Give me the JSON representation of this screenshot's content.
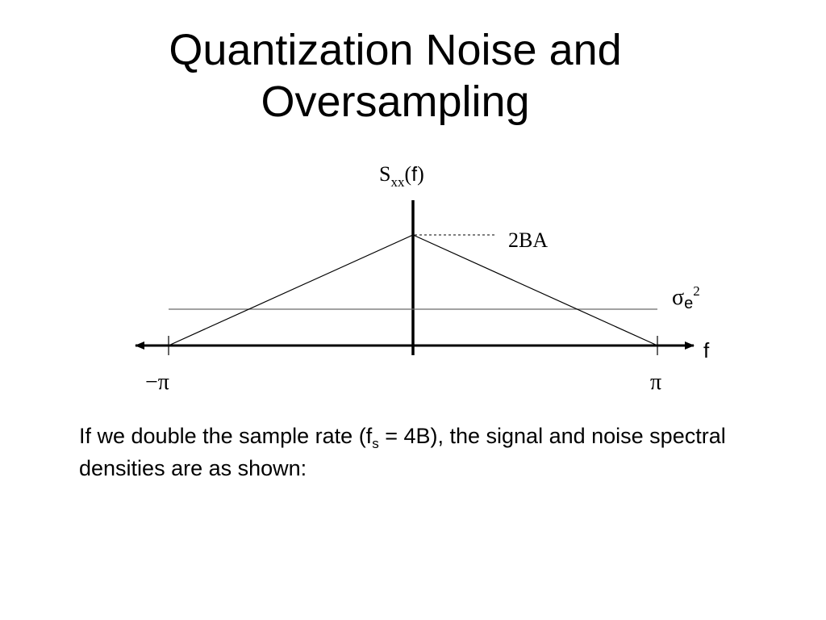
{
  "slide": {
    "title_line1": "Quantization Noise and",
    "title_line2": "Oversampling"
  },
  "diagram": {
    "y_axis_label": {
      "base": "S",
      "subscript": "xx",
      "arg_open": "(",
      "arg": "f",
      "arg_close": ")"
    },
    "peak_label": "2BA",
    "noise_label": {
      "base": "σ",
      "subscript": "e",
      "superscript": "2"
    },
    "x_axis_label": "f",
    "left_tick_label": "−π",
    "right_tick_label": "π"
  },
  "body": {
    "text_before_sub": "If we double the sample rate (f",
    "subscript": "s",
    "text_after_sub": " = 4B), the signal and noise spectral densities are as shown:"
  }
}
